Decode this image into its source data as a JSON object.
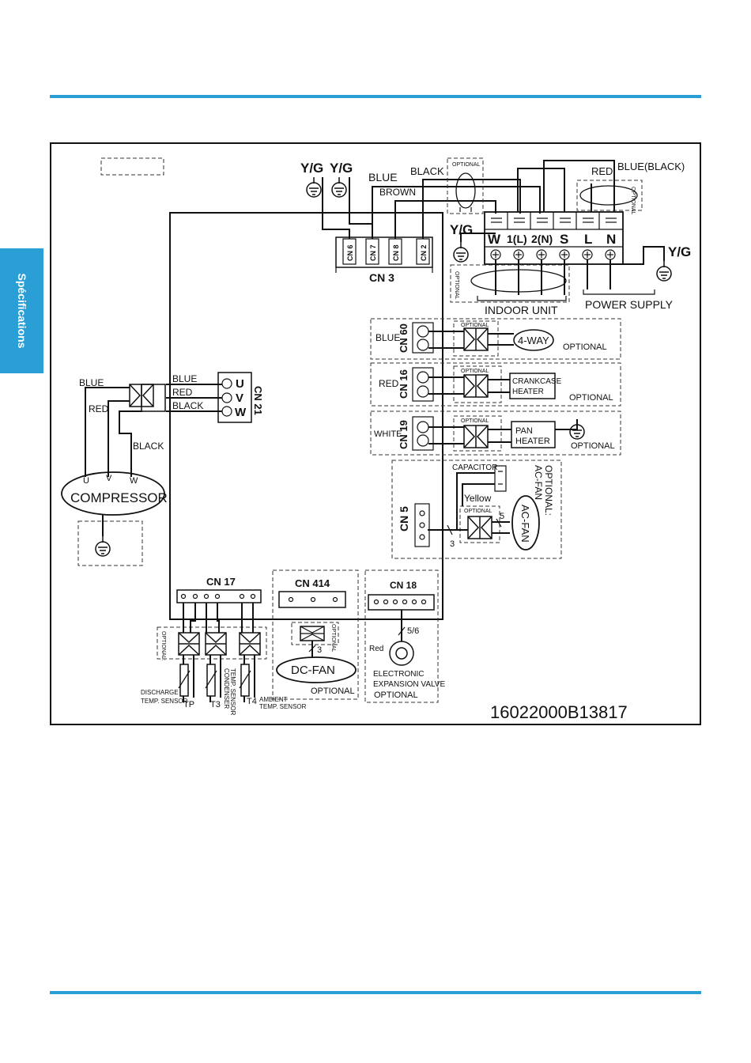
{
  "page": {
    "side_tab": "Spécifications"
  },
  "diagram": {
    "part_number": "16022000B13817",
    "earth_label": "Y/G",
    "optional": "OPTIONAL",
    "optional_small": "OPTIONAL",
    "optional_colon": "OPTIONAL:",
    "top_wires": {
      "blue": "BLUE",
      "brown": "BROWN",
      "black": "BLACK",
      "red": "RED",
      "blue_black": "BLUE(BLACK)"
    },
    "cn3": {
      "label": "CN 3",
      "pins": [
        "CN 6",
        "CN 7",
        "CN 8",
        "CN 2"
      ]
    },
    "terminal_block": {
      "labels": [
        "W",
        "1(L)",
        "2(N)",
        "S",
        "L",
        "N"
      ],
      "indoor_unit": "INDOOR  UNIT",
      "power_supply": "POWER SUPPLY"
    },
    "cn60": {
      "label": "CN 60",
      "wire": "BLUE",
      "device": "4-WAY"
    },
    "cn16": {
      "label": "CN 16",
      "wire": "RED",
      "device_line1": "CRANKCASE",
      "device_line2": "HEATER"
    },
    "cn19": {
      "label": "CN 19",
      "wire": "WHITE",
      "device_line1": "PAN",
      "device_line2": "HEATER"
    },
    "cn5": {
      "label": "CN 5",
      "capacitor": "CAPACITOR",
      "yellow": "Yellow",
      "optional_title": "OPTIONAL:",
      "optional_title2": "AC-FAN",
      "fan": "AC-FAN",
      "n5": "5",
      "n3": "3"
    },
    "cn21": {
      "label": "CN 21",
      "pins": [
        "U",
        "V",
        "W"
      ],
      "wires": [
        "BLUE",
        "RED",
        "BLACK"
      ]
    },
    "compressor": {
      "label": "COMPRESSOR",
      "terminals": [
        "U",
        "V",
        "W"
      ],
      "wire_blue": "BLUE",
      "wire_red": "RED",
      "wire_black": "BLACK"
    },
    "cn17": {
      "label": "CN 17",
      "discharge_l1": "DISCHARGE",
      "discharge_l2": "TEMP. SENSOR",
      "tp": "TP",
      "t3": "T3",
      "t4": "T4",
      "condenser_l1": "CONDENSER",
      "condenser_l2": "TEMP. SENSOR",
      "ambient_l1": "AMBIENT",
      "ambient_l2": "TEMP. SENSOR"
    },
    "cn414": {
      "label": "CN 414",
      "fan": "DC-FAN",
      "n3": "3"
    },
    "cn18": {
      "label": "CN 18",
      "red": "Red",
      "n56": "5/6",
      "eev_l1": "ELECTRONIC",
      "eev_l2": "EXPANSION VALVE"
    }
  }
}
